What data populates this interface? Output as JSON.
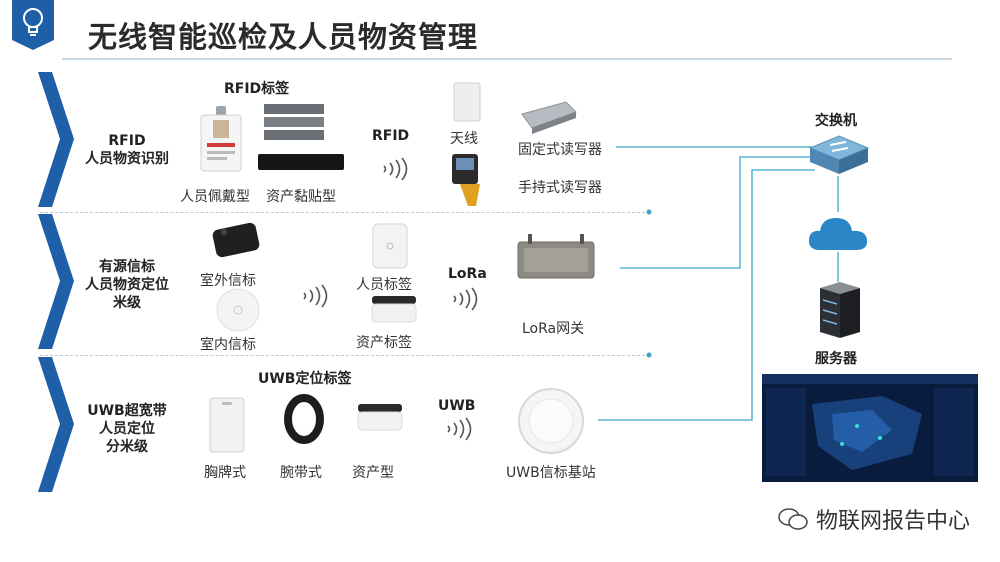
{
  "title": "无线智能巡检及人员物资管理",
  "rows": [
    {
      "label_lines": [
        "RFID",
        "人员物资识别"
      ]
    },
    {
      "label_lines": [
        "有源信标",
        "人员物资定位",
        "米级"
      ]
    },
    {
      "label_lines": [
        "UWB超宽带",
        "人员定位",
        "分米级"
      ]
    }
  ],
  "rfid": {
    "group_title": "RFID标签",
    "badge_tag": "人员佩戴型",
    "asset_tag": "资产黏贴型",
    "protocol": "RFID",
    "antenna": "天线",
    "fixed_reader": "固定式读写器",
    "handheld_reader": "手持式读写器"
  },
  "beacon": {
    "outdoor": "室外信标",
    "indoor": "室内信标",
    "person_tag": "人员标签",
    "asset_tag": "资产标签",
    "protocol": "LoRa",
    "gateway": "LoRa网关"
  },
  "uwb": {
    "group_title": "UWB定位标签",
    "badge": "胸牌式",
    "wrist": "腕带式",
    "asset": "资产型",
    "protocol": "UWB",
    "base_station": "UWB信标基站"
  },
  "network": {
    "switch": "交换机",
    "server": "服务器"
  },
  "watermark": "物联网报告中心",
  "colors": {
    "accent": "#1f5fa8",
    "line": "#3aa6c9"
  }
}
